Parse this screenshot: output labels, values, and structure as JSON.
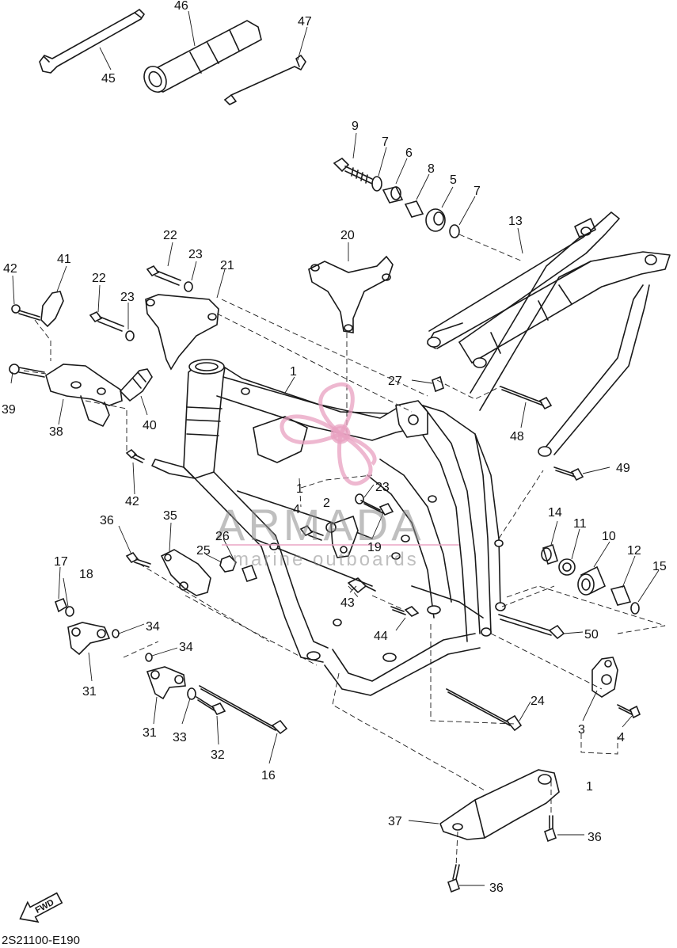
{
  "diagram": {
    "drawing_code": "2S21100-E190",
    "fwd_label": "FWD",
    "watermark": {
      "title": "ARMADA",
      "subtitle": "marine outboards",
      "logo_color": "#e8a0c0"
    },
    "callouts": [
      {
        "id": "c45",
        "text": "45"
      },
      {
        "id": "c46",
        "text": "46"
      },
      {
        "id": "c47",
        "text": "47"
      },
      {
        "id": "c9",
        "text": "9"
      },
      {
        "id": "c7a",
        "text": "7"
      },
      {
        "id": "c6",
        "text": "6"
      },
      {
        "id": "c8",
        "text": "8"
      },
      {
        "id": "c5",
        "text": "5"
      },
      {
        "id": "c7b",
        "text": "7"
      },
      {
        "id": "c13",
        "text": "13"
      },
      {
        "id": "c22a",
        "text": "22"
      },
      {
        "id": "c23a",
        "text": "23"
      },
      {
        "id": "c21",
        "text": "21"
      },
      {
        "id": "c20",
        "text": "20"
      },
      {
        "id": "c42a",
        "text": "42"
      },
      {
        "id": "c41",
        "text": "41"
      },
      {
        "id": "c22b",
        "text": "22"
      },
      {
        "id": "c23b",
        "text": "23"
      },
      {
        "id": "c1a",
        "text": "1"
      },
      {
        "id": "c27",
        "text": "27"
      },
      {
        "id": "c39",
        "text": "39"
      },
      {
        "id": "c38",
        "text": "38"
      },
      {
        "id": "c40",
        "text": "40"
      },
      {
        "id": "c48",
        "text": "48"
      },
      {
        "id": "c49",
        "text": "49"
      },
      {
        "id": "c42b",
        "text": "42"
      },
      {
        "id": "c23c",
        "text": "23"
      },
      {
        "id": "c1b",
        "text": "1"
      },
      {
        "id": "c2",
        "text": "2"
      },
      {
        "id": "c4a",
        "text": "4"
      },
      {
        "id": "c19",
        "text": "19"
      },
      {
        "id": "c36a",
        "text": "36"
      },
      {
        "id": "c35",
        "text": "35"
      },
      {
        "id": "c26",
        "text": "26"
      },
      {
        "id": "c25",
        "text": "25"
      },
      {
        "id": "c14",
        "text": "14"
      },
      {
        "id": "c11",
        "text": "11"
      },
      {
        "id": "c10",
        "text": "10"
      },
      {
        "id": "c12",
        "text": "12"
      },
      {
        "id": "c15",
        "text": "15"
      },
      {
        "id": "c17",
        "text": "17"
      },
      {
        "id": "c18",
        "text": "18"
      },
      {
        "id": "c43",
        "text": "43"
      },
      {
        "id": "c34a",
        "text": "34"
      },
      {
        "id": "c44",
        "text": "44"
      },
      {
        "id": "c50",
        "text": "50"
      },
      {
        "id": "c34b",
        "text": "34"
      },
      {
        "id": "c31a",
        "text": "31"
      },
      {
        "id": "c24",
        "text": "24"
      },
      {
        "id": "c31b",
        "text": "31"
      },
      {
        "id": "c33",
        "text": "33"
      },
      {
        "id": "c32",
        "text": "32"
      },
      {
        "id": "c16",
        "text": "16"
      },
      {
        "id": "c3",
        "text": "3"
      },
      {
        "id": "c4b",
        "text": "4"
      },
      {
        "id": "c1c",
        "text": "1"
      },
      {
        "id": "c37",
        "text": "37"
      },
      {
        "id": "c36b",
        "text": "36"
      },
      {
        "id": "c36c",
        "text": "36"
      }
    ]
  }
}
